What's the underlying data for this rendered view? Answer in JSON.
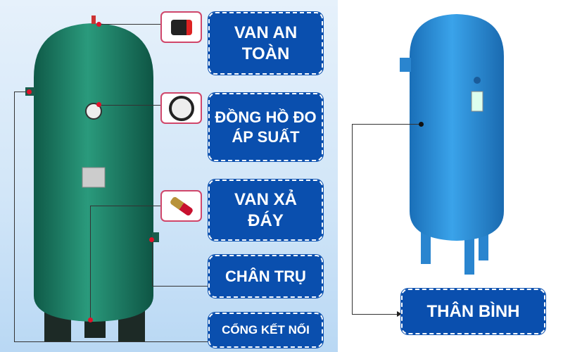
{
  "labels": {
    "safety_valve": "VAN AN TOÀN",
    "pressure_gauge": "ĐỒNG HỒ ĐO ÁP SUẤT",
    "drain_valve": "VAN XẢ ĐÁY",
    "support_legs": "CHÂN TRỤ",
    "connection_port": "CỔNG KẾT NỐI",
    "tank_body": "THÂN BÌNH"
  },
  "colors": {
    "label_bg": "#0a4fae",
    "green_tank": "#1e7a62",
    "blue_tank": "#2a8fd8",
    "dot": "#e0122a"
  }
}
